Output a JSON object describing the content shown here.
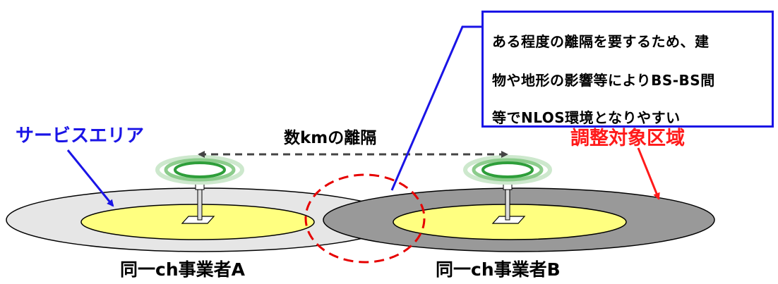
{
  "labels": {
    "service_area": "サービスエリア",
    "distance": "数kmの離隔",
    "coordination_zone": "調整対象区域",
    "operator_a": "同一ch事業者A",
    "operator_b": "同一ch事業者B"
  },
  "callout": {
    "lines": [
      "ある程度の離隔を要するため、建",
      "物や地形の影響等によりBS-BS間",
      "等でNLOS環境となりやすい"
    ]
  },
  "colors": {
    "service_area_label": "#1a14e6",
    "coordination_label": "#ff1a1a",
    "callout_border": "#1a14e6",
    "inner_area": "#ffff80",
    "outer_area_a": "#e6e6e6",
    "outer_area_b": "#999999",
    "antenna_wave": "#2e9e3a",
    "overlap_dash": "#e60000"
  },
  "icons": [
    "antenna-a-icon",
    "antenna-b-icon",
    "signal-wave-icon"
  ]
}
